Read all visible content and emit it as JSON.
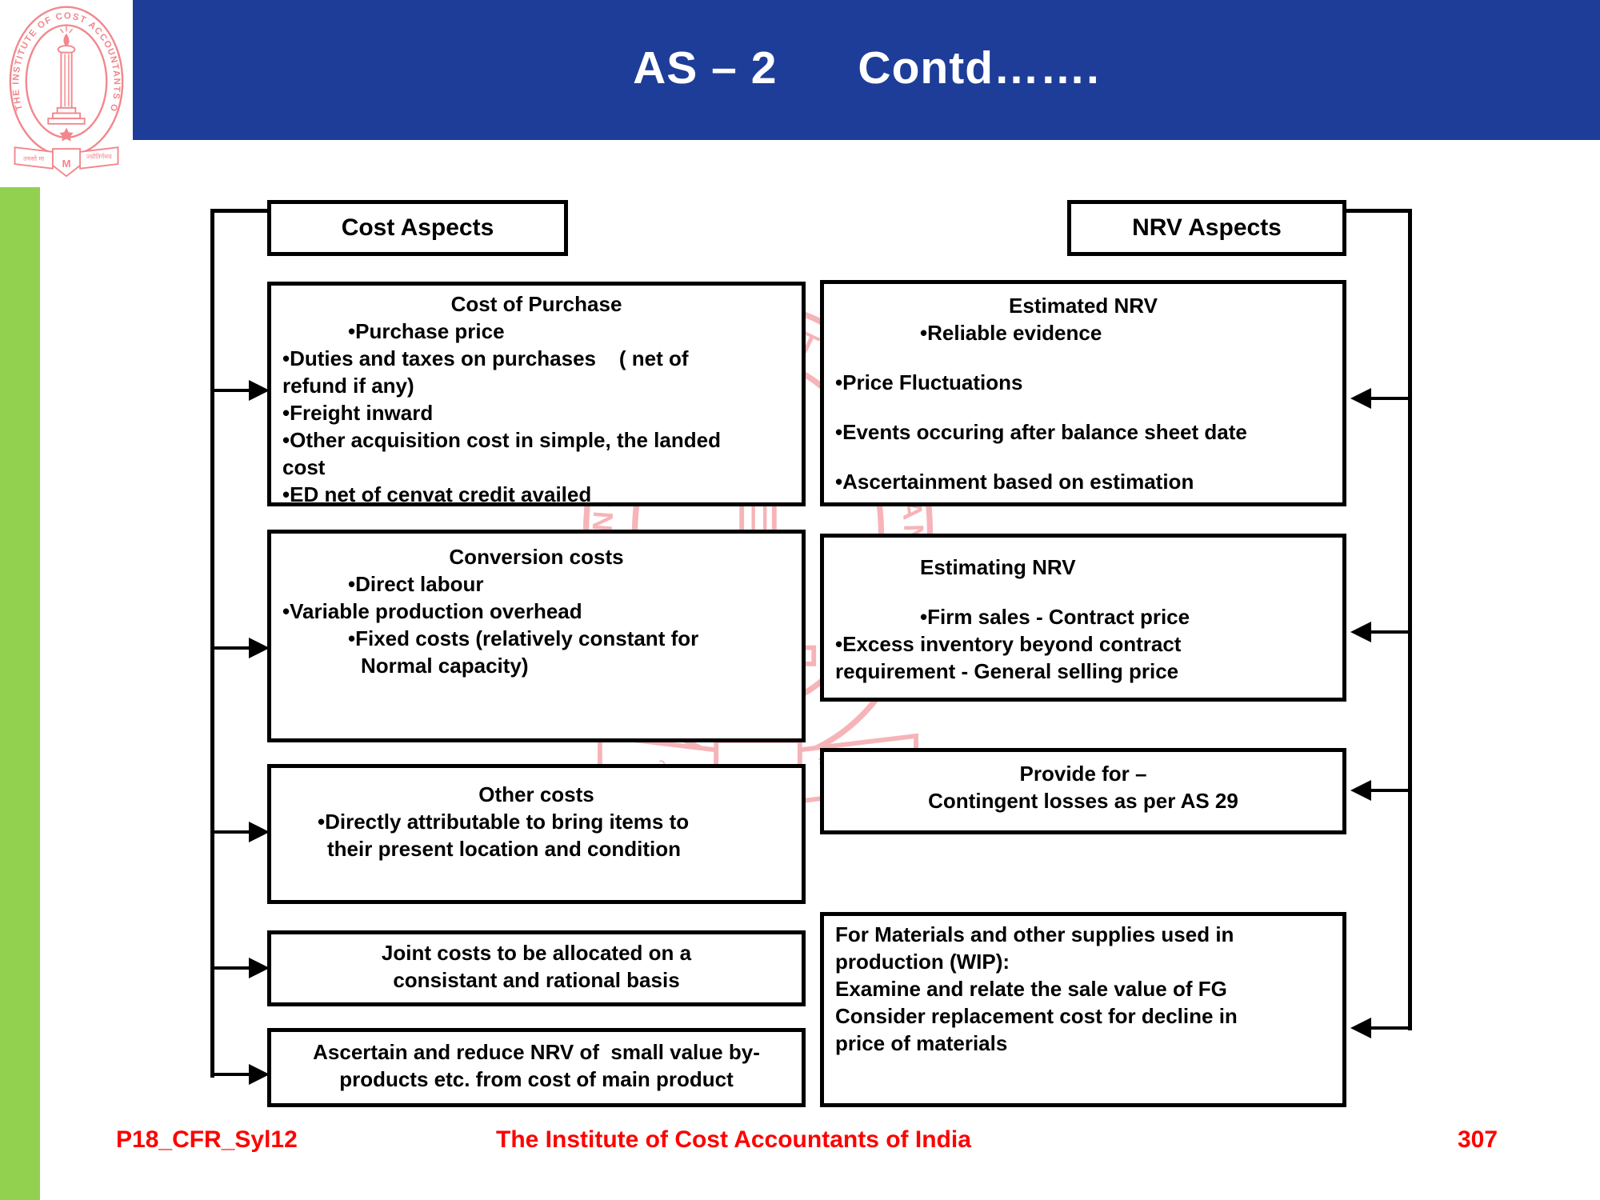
{
  "slide": {
    "title": "AS – 2      Contd…….",
    "footer": {
      "course_code": "P18_CFR_Syl12",
      "institute": "The Institute of Cost Accountants of India",
      "page_number": "307"
    },
    "colors": {
      "header_blue": "#1e3d99",
      "accent_green": "#92d050",
      "logo_pink": "#f2878d",
      "footer_red": "#fe0000",
      "box_border": "#000000"
    }
  },
  "logo": {
    "ring_text": "THE INSTITUTE OF COST ACCOUNTANTS OF INDIA",
    "banner_left": "तमसो मा",
    "banner_right": "ज्योतिर्गमय",
    "monogram": "M"
  },
  "diagram": {
    "left": {
      "header": "Cost Aspects",
      "boxes": [
        {
          "id": "cost-of-purchase",
          "lines": [
            {
              "t": "Cost of Purchase",
              "s": "c"
            },
            {
              "t": "•Purchase price",
              "s": "i1"
            },
            {
              "t": "•Duties and taxes on purchases    ( net of",
              "s": "l"
            },
            {
              "t": "refund if any)",
              "s": "l"
            },
            {
              "t": "•Freight inward",
              "s": "l"
            },
            {
              "t": "•Other acquisition cost in simple, the landed",
              "s": "l"
            },
            {
              "t": "cost",
              "s": "l"
            },
            {
              "t": "•ED net of cenvat credit availed",
              "s": "l"
            }
          ]
        },
        {
          "id": "conversion-costs",
          "lines": [
            {
              "t": "Conversion costs",
              "s": "c"
            },
            {
              "t": "•Direct labour",
              "s": "i1"
            },
            {
              "t": "•Variable production overhead",
              "s": "l"
            },
            {
              "t": "•Fixed costs (relatively constant for",
              "s": "i1"
            },
            {
              "t": "Normal capacity)",
              "s": "i2"
            }
          ]
        },
        {
          "id": "other-costs",
          "lines": [
            {
              "t": "Other costs",
              "s": "c"
            },
            {
              "t": "•Directly attributable to bring items to",
              "s": "i05"
            },
            {
              "t": "their present location and condition",
              "s": "i06"
            }
          ]
        },
        {
          "id": "joint-costs",
          "lines": [
            {
              "t": "Joint costs to be allocated on a",
              "s": "c"
            },
            {
              "t": "consistant and rational basis",
              "s": "c"
            }
          ]
        },
        {
          "id": "by-products",
          "lines": [
            {
              "t": "Ascertain and reduce NRV of  small value by-",
              "s": "c"
            },
            {
              "t": "products etc. from cost of main product",
              "s": "c"
            }
          ]
        }
      ]
    },
    "right": {
      "header": "NRV Aspects",
      "boxes": [
        {
          "id": "estimated-nrv",
          "lines": [
            {
              "t": "Estimated NRV",
              "s": "c"
            },
            {
              "t": "•Reliable evidence",
              "s": "i15"
            },
            {
              "t": "•Price Fluctuations",
              "s": "l g"
            },
            {
              "t": "•Events occuring after balance sheet date",
              "s": "l g"
            },
            {
              "t": "•Ascertainment based on estimation",
              "s": "l g"
            }
          ]
        },
        {
          "id": "estimating-nrv",
          "lines": [
            {
              "t": "Estimating NRV",
              "s": "i15"
            },
            {
              "t": "•Firm sales - Contract price",
              "s": "i15 g"
            },
            {
              "t": "•Excess inventory beyond contract",
              "s": "l"
            },
            {
              "t": "requirement - General selling price",
              "s": "l"
            }
          ]
        },
        {
          "id": "provide-for",
          "lines": [
            {
              "t": "Provide for –",
              "s": "c"
            },
            {
              "t": "Contingent losses as per AS 29",
              "s": "c"
            }
          ]
        },
        {
          "id": "materials-wip",
          "lines": [
            {
              "t": "For Materials and other supplies used in",
              "s": "l"
            },
            {
              "t": "production (WIP):",
              "s": "l"
            },
            {
              "t": "Examine and relate the sale value of FG",
              "s": "l"
            },
            {
              "t": "Consider replacement cost for decline in",
              "s": "l"
            },
            {
              "t": "price of materials",
              "s": "l"
            }
          ]
        }
      ]
    }
  }
}
